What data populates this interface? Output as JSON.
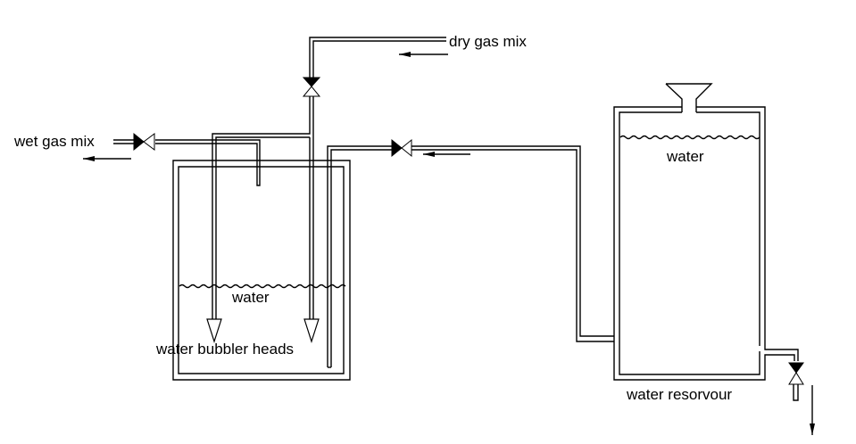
{
  "diagram": {
    "title": "Gas humidifier with water bubbler and reservoir",
    "labels": {
      "dry_gas": "dry gas mix",
      "wet_gas": "wet gas mix",
      "bubbler_water": "water",
      "bubbler_heads": "water bubbler heads",
      "reservoir_water": "water",
      "reservoir": "water resorvour"
    },
    "components": [
      {
        "id": "bubbler-vessel",
        "type": "vessel",
        "contents": "water"
      },
      {
        "id": "water-reservoir",
        "type": "vessel",
        "contents": "water"
      },
      {
        "id": "dry-gas-valve",
        "type": "valve"
      },
      {
        "id": "wet-gas-valve",
        "type": "valve"
      },
      {
        "id": "water-feed-valve",
        "type": "valve"
      },
      {
        "id": "drain-valve",
        "type": "valve"
      },
      {
        "id": "reservoir-funnel",
        "type": "funnel"
      }
    ],
    "flows": [
      {
        "from": "dry gas mix",
        "to": "bubbler heads",
        "direction": "left"
      },
      {
        "from": "bubbler vessel",
        "to": "wet gas mix",
        "direction": "left"
      },
      {
        "from": "water reservoir",
        "to": "bubbler vessel",
        "direction": "left"
      },
      {
        "from": "water reservoir",
        "to": "drain",
        "direction": "down"
      }
    ],
    "colors": {
      "line": "#000000",
      "background": "#ffffff"
    }
  }
}
